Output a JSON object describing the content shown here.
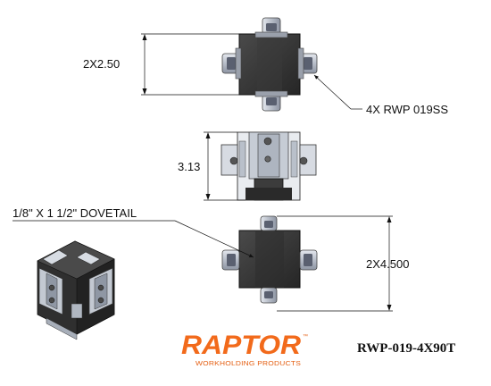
{
  "dimensions": {
    "top_width": "2X2.50",
    "callout_rwp": "4X RWP 019SS",
    "side_height": "3.13",
    "dovetail": "1/8\" X 1 1/2\" DOVETAIL",
    "bottom_width": "2X4.500"
  },
  "brand": {
    "logo": "RAPTOR",
    "tagline": "WORKHOLDING PRODUCTS",
    "mark": "™",
    "color": "#f26a1b"
  },
  "part_number": "RWP-019-4X90T"
}
